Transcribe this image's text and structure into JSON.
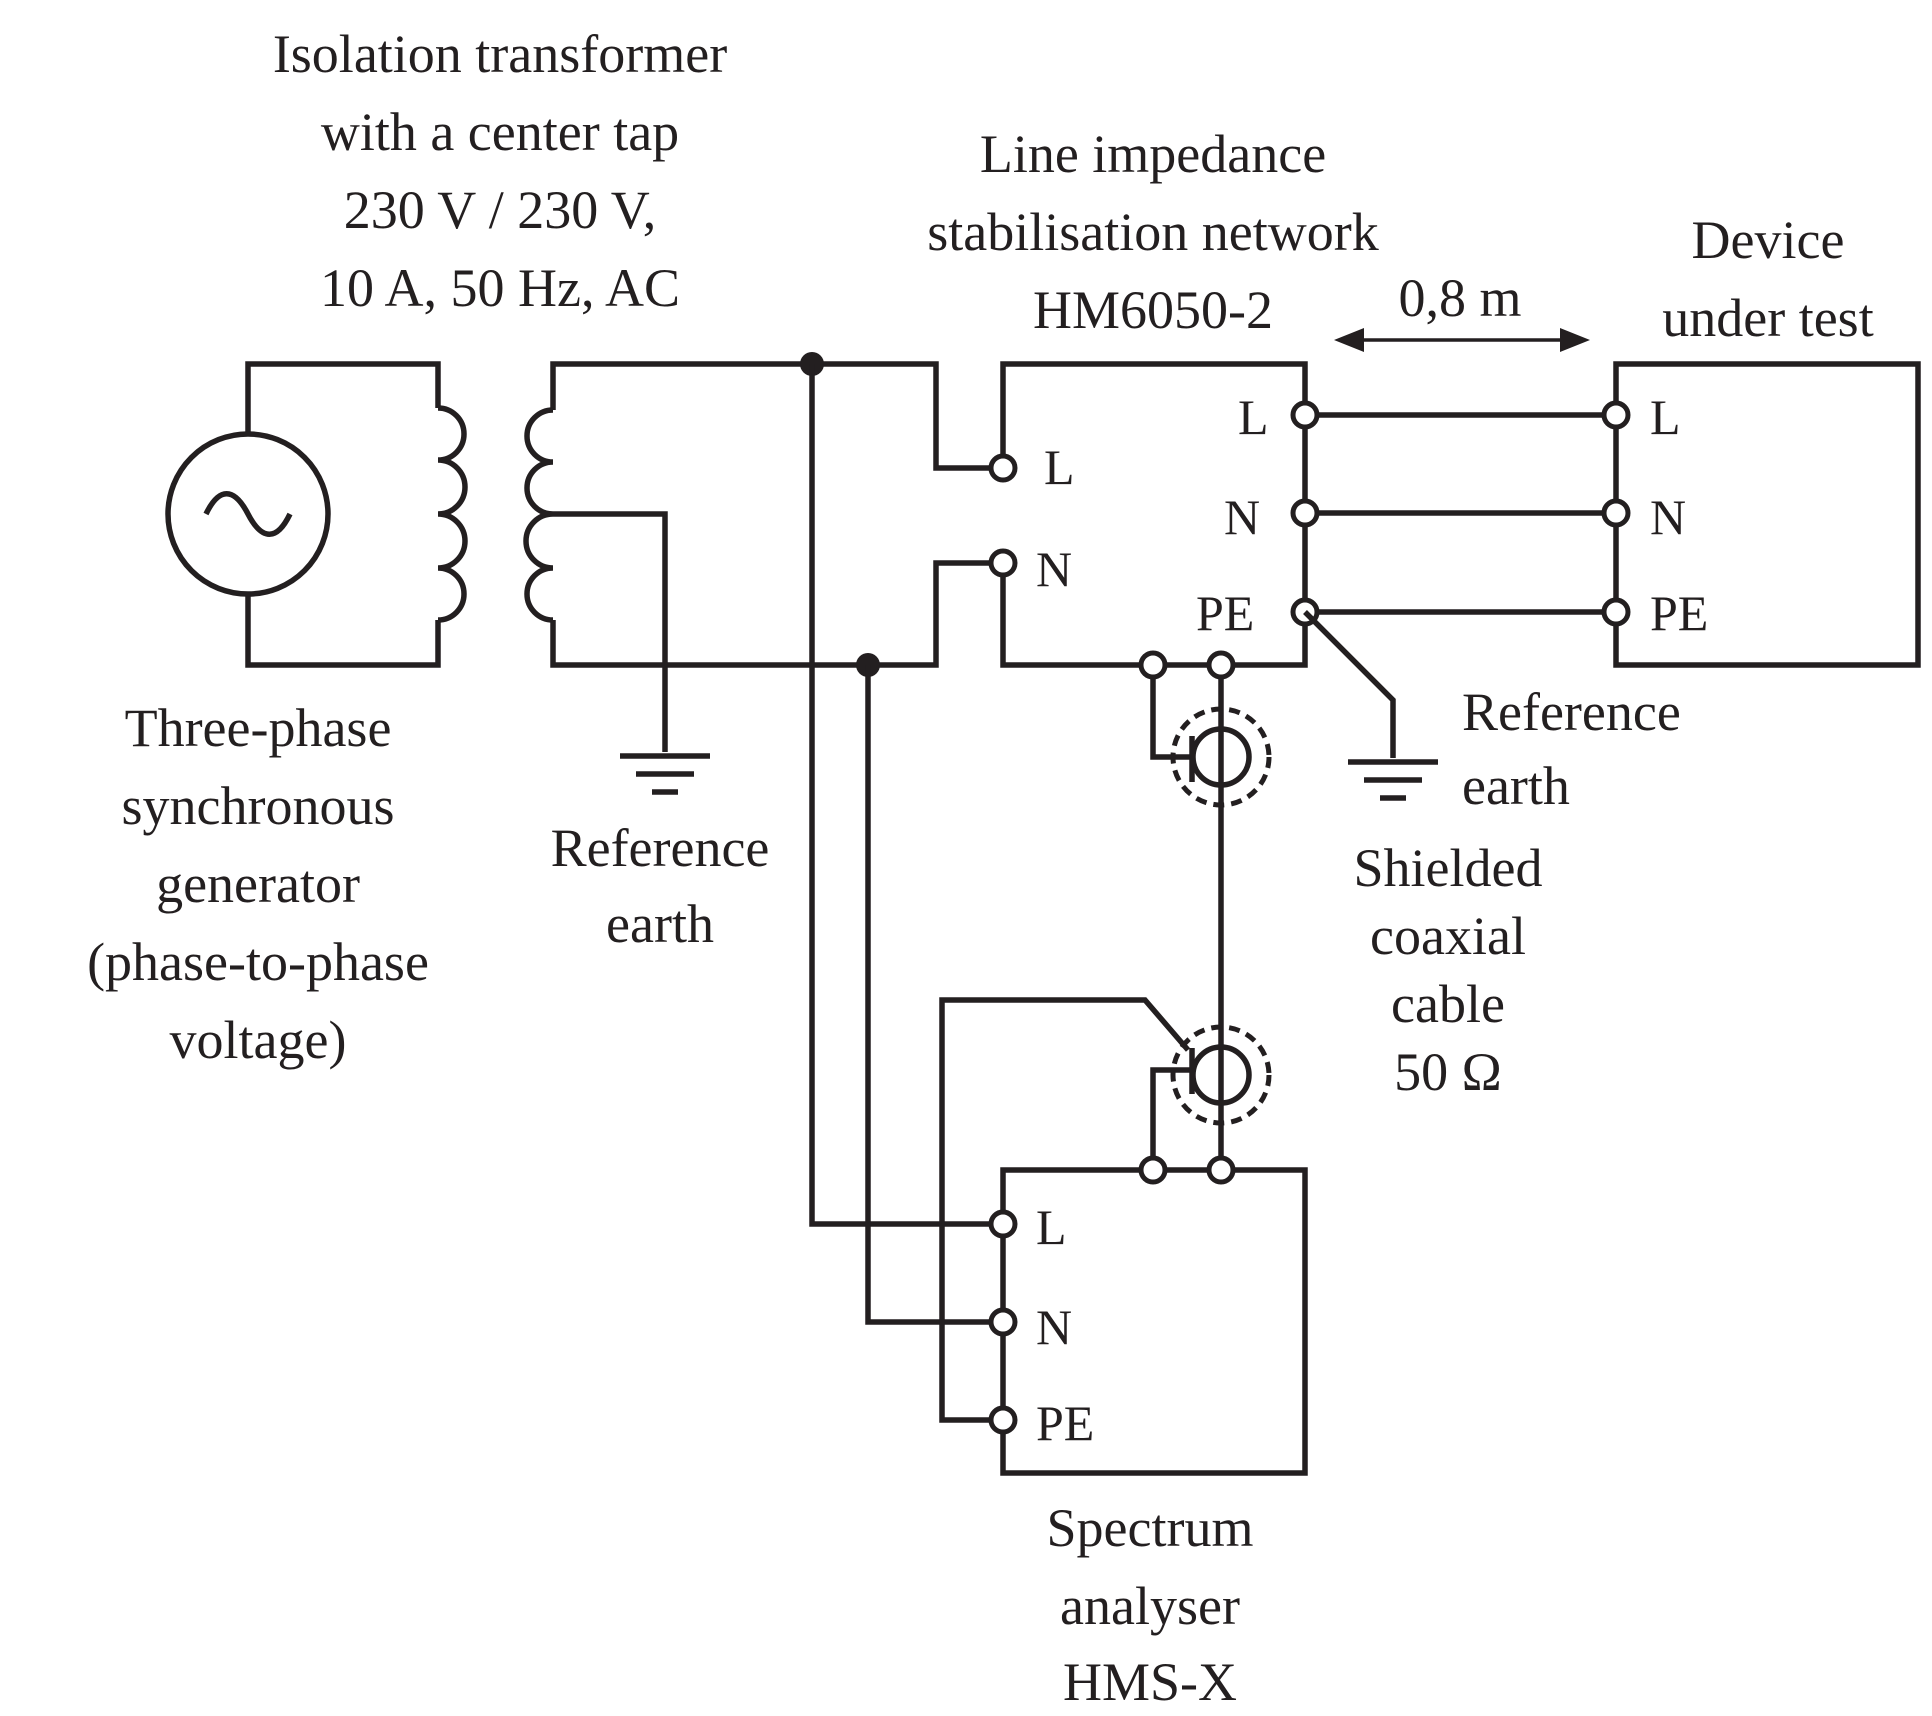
{
  "labels": {
    "transformer": [
      "Isolation transformer",
      "with a center tap",
      "230 V / 230 V,",
      "10 A, 50 Hz, AC"
    ],
    "lisn": [
      "Line impedance",
      "stabilisation network",
      "HM6050-2"
    ],
    "distance": "0,8 m",
    "dut": [
      "Device",
      "under test"
    ],
    "generator": [
      "Three-phase",
      "synchronous",
      "generator",
      "(phase-to-phase",
      "voltage)"
    ],
    "ref_earth_left": [
      "Reference",
      "earth"
    ],
    "ref_earth_right": [
      "Reference",
      "earth"
    ],
    "cable": [
      "Shielded",
      "coaxial",
      "cable",
      "50 Ω"
    ],
    "analyser": [
      "Spectrum",
      "analyser",
      "HMS-X"
    ]
  },
  "terminals": {
    "lisn_in": [
      "L",
      "N"
    ],
    "lisn_out": [
      "L",
      "N",
      "PE"
    ],
    "dut": [
      "L",
      "N",
      "PE"
    ],
    "analyser": [
      "L",
      "N",
      "PE"
    ]
  },
  "colors": {
    "ink": "#231f20",
    "background": "#ffffff"
  }
}
